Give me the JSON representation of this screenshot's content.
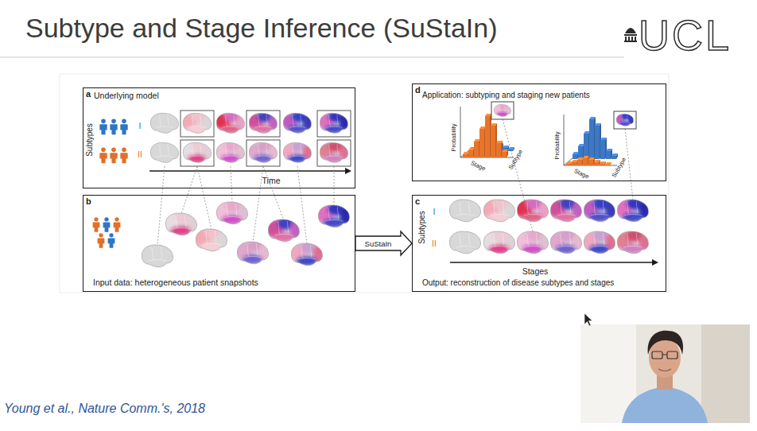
{
  "diagram": {
    "title": "Subtype and Stage Inference (SuStaIn)",
    "caption": "Young et al., Nature Comm.'s, 2018",
    "nodes": [
      {
        "text": [
          "a",
          "Underlying model",
          "Subtypes",
          "I",
          "II",
          "Time"
        ]
      },
      {
        "text": [
          "d",
          "Application: subtyping and staging new patients",
          "Probability",
          "Stage",
          "Subtype",
          "Probability",
          "Stage",
          "Subtype"
        ]
      },
      {
        "text": [
          "b",
          "Input data: heterogeneous patient snapshots"
        ]
      },
      {
        "text": [
          "c",
          "Subtypes",
          "I",
          "II",
          "Stages",
          "Output: reconstruction of disease subtypes and stages"
        ]
      }
    ],
    "edges": [
      {
        "from": 2,
        "to": 3,
        "arrow": "to",
        "label": "SuStaIn"
      }
    ],
    "labels": [
      "UCL"
    ]
  }
}
